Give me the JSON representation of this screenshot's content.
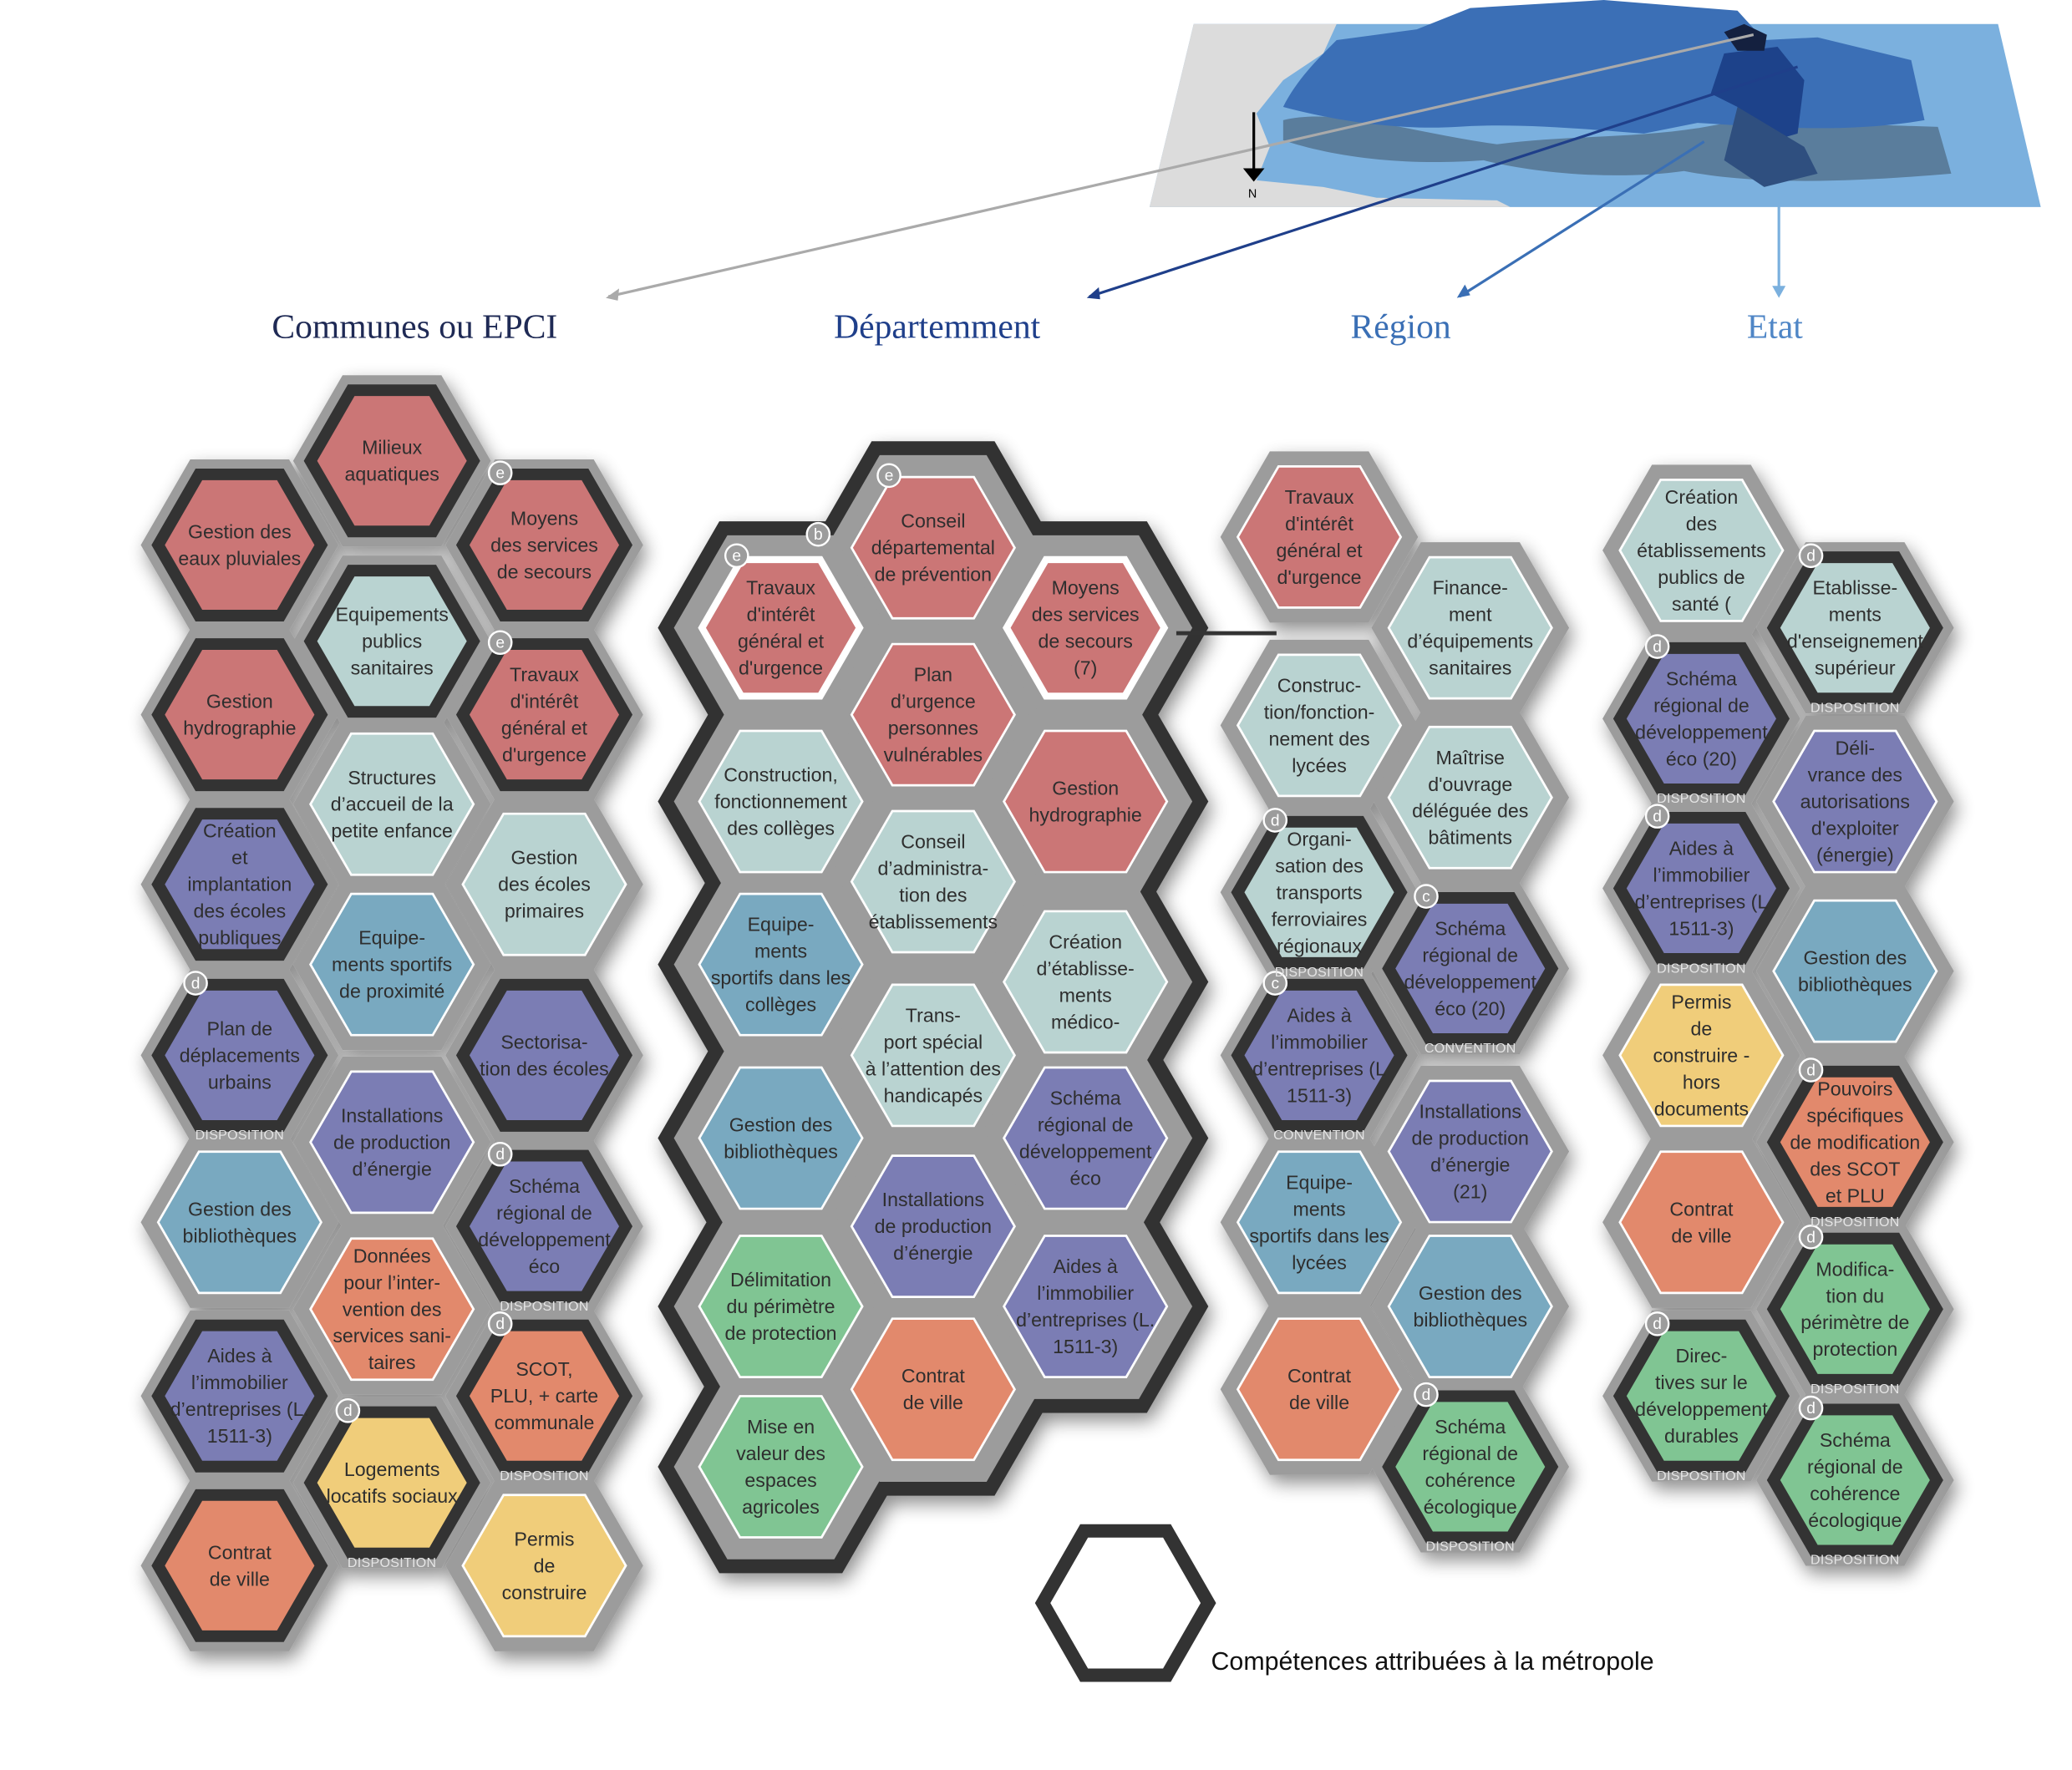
{
  "headers": {
    "communes": "Communes ou EPCI",
    "departement": "Départemment",
    "region": "Région",
    "etat": "Etat"
  },
  "header_colors": {
    "communes": "#1f2a55",
    "departement": "#1f3f8a",
    "region": "#3a6fb5",
    "etat": "#4f86c6"
  },
  "map": {
    "north_label": "N"
  },
  "legend": {
    "label": "Compétences attribuées à la métropole"
  },
  "colors": {
    "red": "#cb7676",
    "teal": "#b9d3d1",
    "blue": "#79a9c0",
    "purple": "#7b7db4",
    "orange": "#e2896c",
    "yellow": "#f0cd7a",
    "green": "#80c593",
    "border": "#333333",
    "gray": "#9c9c9c"
  },
  "dept_badge": "b",
  "columns": {
    "communes": [
      {
        "text": "Milieux\naquatiques",
        "color": "red",
        "metro": true
      },
      {
        "text": "Gestion des\neaux pluviales",
        "color": "red",
        "metro": true
      },
      {
        "text": "Moyens\ndes services\nde secours",
        "color": "red",
        "metro": true,
        "badge": "e"
      },
      {
        "text": "Equipements\npublics\nsanitaires",
        "color": "teal",
        "metro": true
      },
      {
        "text": "Gestion\nhydrographie",
        "color": "red",
        "metro": true
      },
      {
        "text": "Travaux\nd'intérêt\ngénéral et\nd'urgence",
        "color": "red",
        "metro": true,
        "badge": "e"
      },
      {
        "text": "Structures\nd’accueil de la\npetite enfance",
        "color": "teal",
        "metro": false
      },
      {
        "text": "Création\net\nimplantation\ndes écoles\npubliques",
        "color": "purple",
        "metro": true
      },
      {
        "text": "Gestion\ndes écoles\nprimaires",
        "color": "teal",
        "metro": false
      },
      {
        "text": "Equipe-\nments sportifs\nde proximité",
        "color": "blue",
        "metro": false
      },
      {
        "text": "Plan de\ndéplacements\nurbains",
        "color": "purple",
        "metro": true,
        "badge": "d",
        "tag": "DISPOSITION"
      },
      {
        "text": "Sectorisa-\ntion des écoles",
        "color": "purple",
        "metro": true
      },
      {
        "text": "Installations\nde production\nd’énergie",
        "color": "purple",
        "metro": false
      },
      {
        "text": "Gestion des\nbibliothèques",
        "color": "blue",
        "metro": false
      },
      {
        "text": "Schéma\nrégional de\ndéveloppement\néco",
        "color": "purple",
        "metro": true,
        "badge": "d",
        "tag": "DISPOSITION"
      },
      {
        "text": "Données\npour l’inter-\nvention des\nservices sani-\ntaires",
        "color": "orange",
        "metro": false
      },
      {
        "text": "Aides à\nl’immobilier\nd’entreprises (L.\n1511-3)",
        "color": "purple",
        "metro": true
      },
      {
        "text": "SCOT,\nPLU, + carte\ncommunale",
        "color": "orange",
        "metro": true,
        "badge": "d",
        "tag": "DISPOSITION"
      },
      {
        "text": "Logements\nlocatifs sociaux",
        "color": "yellow",
        "metro": true,
        "badge": "d",
        "tag": "DISPOSITION"
      },
      {
        "text": "Contrat\nde ville",
        "color": "orange",
        "metro": true
      },
      {
        "text": "Permis\nde\nconstruire",
        "color": "yellow",
        "metro": false
      }
    ],
    "departement": [
      {
        "text": "Conseil\ndépartemental\nde prévention",
        "color": "red",
        "metro": false,
        "badge": "e"
      },
      {
        "text": "Travaux\nd'intérêt\ngénéral et\nd'urgence",
        "color": "red",
        "metro": false,
        "badge": "e",
        "white": true
      },
      {
        "text": "Moyens\ndes services\nde secours\n(7)",
        "color": "red",
        "metro": false,
        "white": true
      },
      {
        "text": "Plan\nd’urgence\npersonnes\nvulnérables",
        "color": "red",
        "metro": false
      },
      {
        "text": "Construction,\nfonctionnement\ndes collèges",
        "color": "teal",
        "metro": false
      },
      {
        "text": "Gestion\nhydrographie",
        "color": "red",
        "metro": false
      },
      {
        "text": "Conseil\nd’administra-\ntion des\nétablissements",
        "color": "teal",
        "metro": false
      },
      {
        "text": "Equipe-\nments\nsportifs dans les\ncollèges",
        "color": "blue",
        "metro": false
      },
      {
        "text": "Création\nd’établisse-\nments\nmédico-",
        "color": "teal",
        "metro": false
      },
      {
        "text": "Trans-\nport spécial\nà l’attention des\nhandicapés",
        "color": "teal",
        "metro": false
      },
      {
        "text": "Gestion des\nbibliothèques",
        "color": "blue",
        "metro": false
      },
      {
        "text": "Schéma\nrégional de\ndéveloppement\néco",
        "color": "purple",
        "metro": false
      },
      {
        "text": "Installations\nde production\nd’énergie",
        "color": "purple",
        "metro": false
      },
      {
        "text": "Délimitation\ndu périmètre\nde  protection",
        "color": "green",
        "metro": false
      },
      {
        "text": "Aides à\nl’immobilier\nd’entreprises (L.\n1511-3)",
        "color": "purple",
        "metro": false
      },
      {
        "text": "Contrat\nde ville",
        "color": "orange",
        "metro": false
      },
      {
        "text": "Mise en\nvaleur des\nespaces\nagricoles",
        "color": "green",
        "metro": false
      }
    ],
    "region": [
      {
        "text": "Travaux\nd'intérêt\ngénéral et\nd'urgence",
        "color": "red",
        "metro": false
      },
      {
        "text": "Finance-\nment\nd’équipements\nsanitaires",
        "color": "teal",
        "metro": false
      },
      {
        "text": "Construc-\ntion/fonction-\nnement des\nlycées",
        "color": "teal",
        "metro": false
      },
      {
        "text": "Maîtrise\nd'ouvrage\ndéléguée des\nbâtiments",
        "color": "teal",
        "metro": false
      },
      {
        "text": "Organi-\nsation des\ntransports\nferroviaires\nrégionaux",
        "color": "teal",
        "metro": true,
        "badge": "d",
        "tag": "DISPOSITION"
      },
      {
        "text": "Schéma\nrégional de\ndéveloppement\néco (20)",
        "color": "purple",
        "metro": true,
        "badge": "c",
        "tag": "CONVENTION"
      },
      {
        "text": "Aides à\nl’immobilier\nd’entreprises (L\n1511-3)",
        "color": "purple",
        "metro": true,
        "badge": "c",
        "tag": "CONVENTION"
      },
      {
        "text": "Installations\nde production\nd’énergie\n(21)",
        "color": "purple",
        "metro": false
      },
      {
        "text": "Equipe-\nments\nsportifs dans les\nlycées",
        "color": "blue",
        "metro": false
      },
      {
        "text": "Gestion des\nbibliothèques",
        "color": "blue",
        "metro": false
      },
      {
        "text": "Contrat\nde ville",
        "color": "orange",
        "metro": false
      },
      {
        "text": "Schéma\nrégional de\ncohérence\nécologique",
        "color": "green",
        "metro": true,
        "badge": "d",
        "tag": "DISPOSITION"
      }
    ],
    "etat": [
      {
        "text": "Création\ndes\nétablissements\npublics de\nsanté (",
        "color": "teal",
        "metro": false
      },
      {
        "text": "Etablisse-\nments\nd'enseignement\nsupérieur",
        "color": "teal",
        "metro": true,
        "badge": "d",
        "tag": "DISPOSITION"
      },
      {
        "text": "Schéma\nrégional de\ndéveloppement\néco (20)",
        "color": "purple",
        "metro": true,
        "badge": "d",
        "tag": "DISPOSITION"
      },
      {
        "text": "Déli-\nvrance des\nautorisations\nd'exploiter\n(énergie)",
        "color": "purple",
        "metro": false
      },
      {
        "text": "Aides à\nl’immobilier\nd’entreprises (L\n1511-3)",
        "color": "purple",
        "metro": true,
        "badge": "d",
        "tag": "DISPOSITION"
      },
      {
        "text": "Gestion des\nbibliothèques",
        "color": "blue",
        "metro": false
      },
      {
        "text": "Permis\nde\nconstruire -\nhors\ndocuments",
        "color": "yellow",
        "metro": false
      },
      {
        "text": "Pouvoirs\nspécifiques\nde modification\ndes SCOT\net PLU",
        "color": "orange",
        "metro": true,
        "badge": "d",
        "tag": "DISPOSITION"
      },
      {
        "text": "Contrat\nde ville",
        "color": "orange",
        "metro": false
      },
      {
        "text": "Modifica-\ntion du\npérimètre de\nprotection",
        "color": "green",
        "metro": true,
        "badge": "d",
        "tag": "DISPOSITION"
      },
      {
        "text": "Direc-\ntives  sur le\ndéveloppement\ndurables",
        "color": "green",
        "metro": true,
        "badge": "d",
        "tag": "DISPOSITION"
      },
      {
        "text": "Schéma\nrégional de\ncohérence\nécologique",
        "color": "green",
        "metro": true,
        "badge": "d",
        "tag": "DISPOSITION"
      }
    ]
  }
}
